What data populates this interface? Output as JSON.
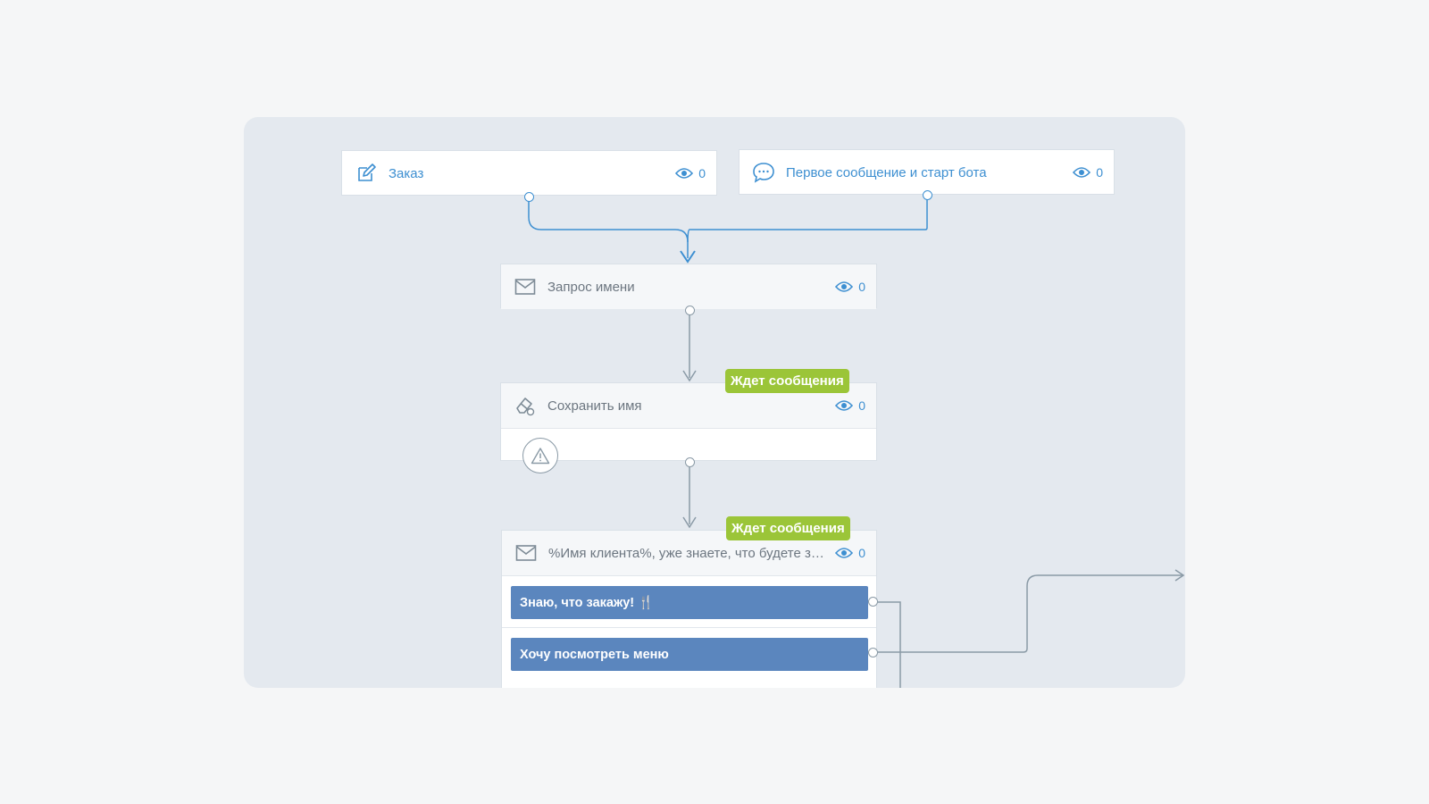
{
  "nodes": {
    "order": {
      "title": "Заказ",
      "views": "0"
    },
    "first_message": {
      "title": "Первое сообщение и старт бота",
      "views": "0"
    },
    "ask_name": {
      "title": "Запрос имени",
      "views": "0"
    },
    "save_name": {
      "title": "Сохранить имя",
      "views": "0",
      "badge": "Ждет сообщения"
    },
    "question": {
      "title": "%Имя клиента%, уже знаете, что будете за...",
      "views": "0",
      "badge": "Ждет сообщения",
      "buttons": [
        {
          "label": "Знаю, что закажу! 🍴"
        },
        {
          "label": "Хочу посмотреть меню"
        }
      ]
    }
  },
  "colors": {
    "accent": "#3d8fd1",
    "badge": "#9bc538",
    "button": "#5b86be",
    "canvas": "#e4e9ef"
  },
  "icons": [
    "edit-icon",
    "chat-bubble-icon",
    "envelope-icon",
    "eraser-icon",
    "eye-icon",
    "warning-icon"
  ]
}
